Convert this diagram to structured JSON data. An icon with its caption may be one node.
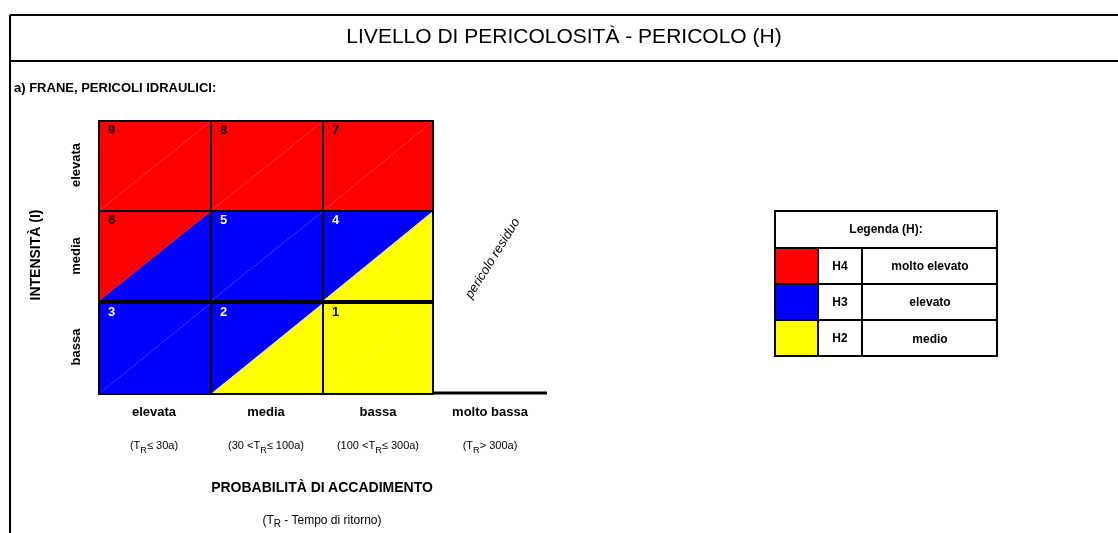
{
  "diagram": {
    "title": "LIVELLO DI PERICOLOSITÀ - PERICOLO (H)",
    "nodes": [
      {
        "text": [
          "9"
        ]
      },
      {
        "text": [
          "8"
        ]
      },
      {
        "text": [
          "7"
        ]
      },
      {
        "text": [
          "6"
        ]
      },
      {
        "text": [
          "5"
        ]
      },
      {
        "text": [
          "4"
        ]
      },
      {
        "text": [
          "3"
        ]
      },
      {
        "text": [
          "2"
        ]
      },
      {
        "text": [
          "1"
        ]
      }
    ],
    "edges": [],
    "labels": [
      "a) FRANE, PERICOLI IDRAULICI:",
      "INTENSITÀ (I)",
      "elevata",
      "media",
      "bassa",
      "pericolo residuo",
      "Legenda (H):",
      "molto elevato",
      "elevato",
      "medio",
      "elevata",
      "media",
      "bassa",
      "molto bassa",
      "(T$_{R}$≤ 30a)",
      "(30 <T$_{R}$≤ 100a)",
      "(100 <T$_{R}$≤ 300a)",
      "(T$_{R}$> 300a)",
      "PROBABILITÀ DI ACCADIMENTO",
      "(T$_{R}$ - Tempo di ritorno)"
    ],
    "legend": [
      {
        "text": "H4",
        "color": "#ff0000"
      },
      {
        "text": "H3",
        "color": "#0000ff"
      },
      {
        "text": "H2",
        "color": "#ffff00"
      }
    ]
  }
}
